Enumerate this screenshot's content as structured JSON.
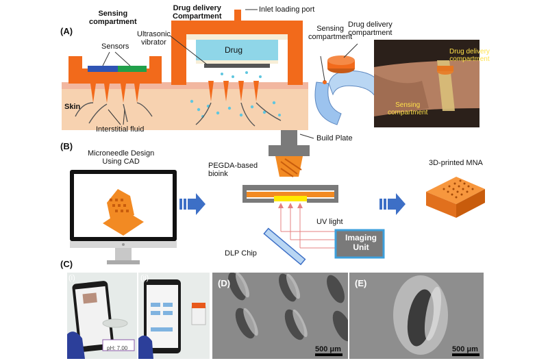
{
  "panelA": {
    "tag": "(A)",
    "sensing_compartment": "Sensing\ncompartment",
    "drug_delivery_compartment": "Drug delivery\nCompartment",
    "inlet_loading_port": "Inlet loading port",
    "sensors": "Sensors",
    "ultrasonic_vibrator": "Ultrasonic\nvibrator",
    "drug": "Drug",
    "skin": "Skin",
    "interstitial_fluid": "Interstitial fluid",
    "wearable_sensing": "Sensing\ncompartment",
    "wearable_drug": "Drug delivery\ncompartment",
    "photo_drug": "Drug delivery\ncompartment",
    "photo_sensing": "Sensing\ncompartment"
  },
  "panelB": {
    "tag": "(B)",
    "microneedle_design": "Microneedle Design\nUsing CAD",
    "build_plate": "Build Plate",
    "pegda_bioink": "PEGDA-based\nbioink",
    "uv_light": "UV light",
    "dlp_chip": "DLP Chip",
    "imaging_unit": "Imaging\nUnit",
    "printed_mna": "3D-printed MNA"
  },
  "panelC": {
    "tag": "(C)",
    "sub_i": "(i)",
    "sub_ii": "(ii)",
    "ph_readout": "pH: 7.00"
  },
  "panelD": {
    "tag": "(D)",
    "scale": "500 μm"
  },
  "panelE": {
    "tag": "(E)",
    "scale": "500 μm"
  },
  "colors": {
    "orange": "#f26a1b",
    "skin": "#f7d2b0",
    "blue_arrow": "#3d6fc6",
    "sensor_blue": "#2f54b4",
    "sensor_green": "#21a04a",
    "drug_blue": "#8fd6e8"
  }
}
